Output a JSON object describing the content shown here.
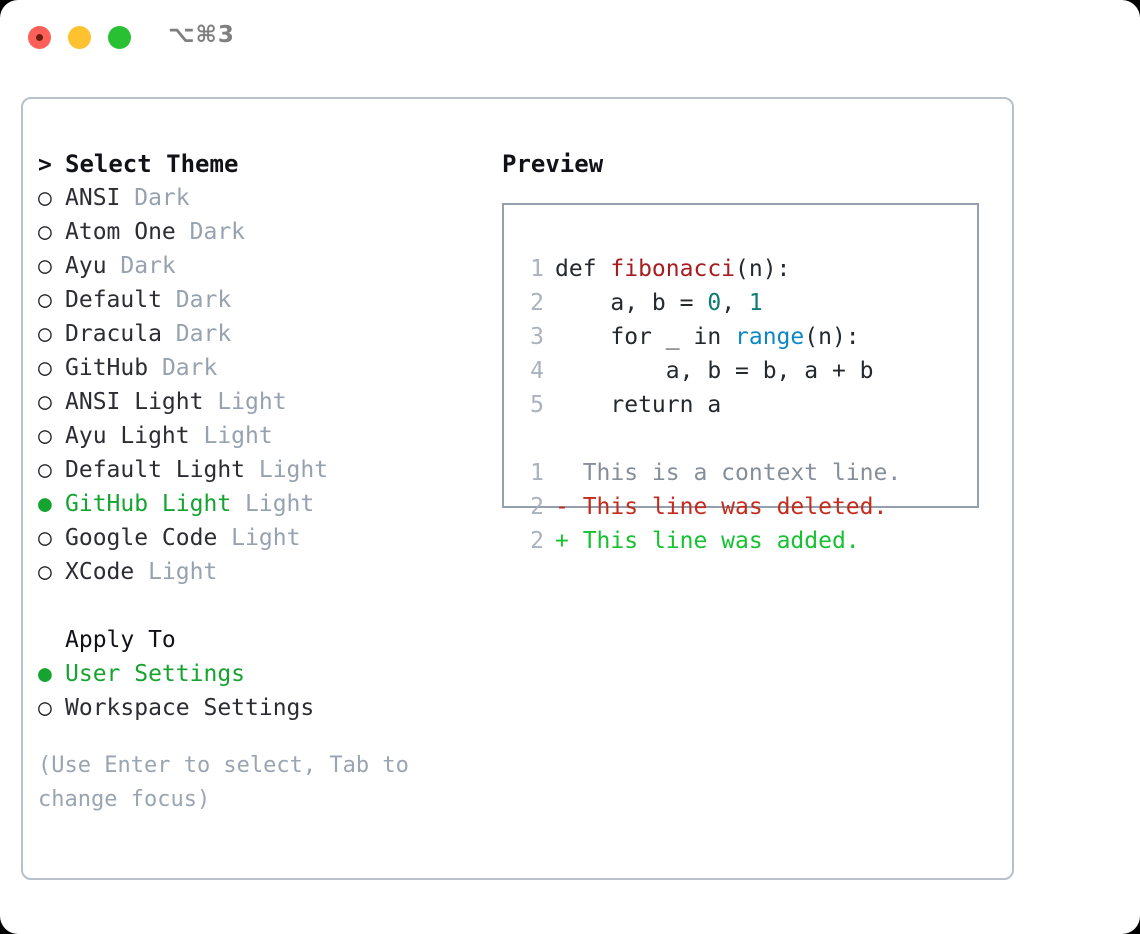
{
  "titlebar": {
    "shortcut": "⌥⌘3",
    "lights": {
      "close": "close-light",
      "minimize": "minimize-light",
      "maximize": "maximize-light"
    }
  },
  "theme_picker": {
    "prompt_marker": ">",
    "title": "Select Theme",
    "bullet_empty": "○",
    "bullet_filled": "●",
    "items": [
      {
        "label": "ANSI",
        "suffix": "Dark",
        "selected": false
      },
      {
        "label": "Atom One",
        "suffix": "Dark",
        "selected": false
      },
      {
        "label": "Ayu",
        "suffix": "Dark",
        "selected": false
      },
      {
        "label": "Default",
        "suffix": "Dark",
        "selected": false
      },
      {
        "label": "Dracula",
        "suffix": "Dark",
        "selected": false
      },
      {
        "label": "GitHub",
        "suffix": "Dark",
        "selected": false
      },
      {
        "label": "ANSI Light",
        "suffix": "Light",
        "selected": false
      },
      {
        "label": "Ayu Light",
        "suffix": "Light",
        "selected": false
      },
      {
        "label": "Default Light",
        "suffix": "Light",
        "selected": false
      },
      {
        "label": "GitHub Light",
        "suffix": "Light",
        "selected": true
      },
      {
        "label": "Google Code",
        "suffix": "Light",
        "selected": false
      },
      {
        "label": "XCode",
        "suffix": "Light",
        "selected": false
      }
    ]
  },
  "apply_to": {
    "title": "Apply To",
    "items": [
      {
        "label": "User Settings",
        "selected": true
      },
      {
        "label": "Workspace Settings",
        "selected": false
      }
    ]
  },
  "hint": "(Use Enter to select, Tab to change focus)",
  "preview": {
    "title": "Preview",
    "code_lines": [
      {
        "no": "1",
        "segments": [
          {
            "text": "def ",
            "kind": "plain"
          },
          {
            "text": "fibonacci",
            "kind": "fn"
          },
          {
            "text": "(n):",
            "kind": "plain"
          }
        ]
      },
      {
        "no": "2",
        "segments": [
          {
            "text": "    a, b = ",
            "kind": "plain"
          },
          {
            "text": "0",
            "kind": "num"
          },
          {
            "text": ", ",
            "kind": "plain"
          },
          {
            "text": "1",
            "kind": "num"
          }
        ]
      },
      {
        "no": "3",
        "segments": [
          {
            "text": "    for _ in ",
            "kind": "plain"
          },
          {
            "text": "range",
            "kind": "call"
          },
          {
            "text": "(n):",
            "kind": "plain"
          }
        ]
      },
      {
        "no": "4",
        "segments": [
          {
            "text": "        a, b = b, a + b",
            "kind": "plain"
          }
        ]
      },
      {
        "no": "5",
        "segments": [
          {
            "text": "    return a",
            "kind": "plain"
          }
        ]
      }
    ],
    "diff_lines": [
      {
        "no": "1",
        "sign": " ",
        "text": "This is a context line.",
        "kind": "ctx"
      },
      {
        "no": "2",
        "sign": "-",
        "text": "This line was deleted.",
        "kind": "del"
      },
      {
        "no": "2",
        "sign": "+",
        "text": "This line was added.",
        "kind": "add"
      }
    ]
  },
  "colors": {
    "accent_green": "#16a431",
    "muted": "#97a2b0",
    "hint": "#9aa5b1",
    "panel_border": "#b7c0cb",
    "preview_border": "#94a0ae",
    "fn_red": "#a81c20",
    "num_teal": "#0f7b74",
    "call_blue": "#0f86c4",
    "diff_del": "#c42b1c",
    "diff_add": "#16c231"
  }
}
